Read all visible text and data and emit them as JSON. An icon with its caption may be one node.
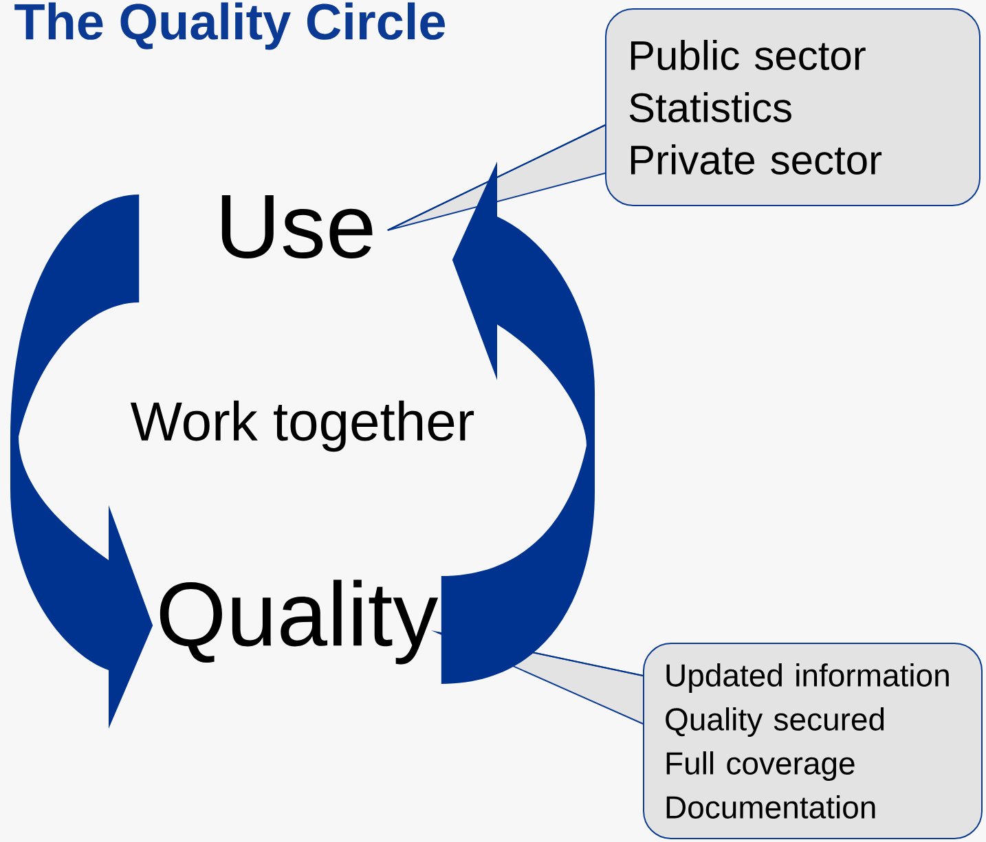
{
  "diagram": {
    "title": "The Quality Circle",
    "nodes": [
      {
        "text": [
          "Use"
        ]
      },
      {
        "text": [
          "Work together"
        ]
      },
      {
        "text": [
          "Quality"
        ]
      },
      {
        "text": [
          "Public sector",
          "Statistics",
          "Private sector"
        ]
      },
      {
        "text": [
          "Updated information",
          "Quality secured",
          "Full coverage",
          "Documentation"
        ]
      }
    ],
    "edges": [
      {
        "from": 3,
        "to": 0,
        "arrow": "none"
      },
      {
        "from": 4,
        "to": 2,
        "arrow": "none"
      },
      {
        "from": 0,
        "to": 2,
        "arrow": "to",
        "style": "thick"
      },
      {
        "from": 2,
        "to": 0,
        "arrow": "to",
        "style": "thick"
      }
    ]
  }
}
